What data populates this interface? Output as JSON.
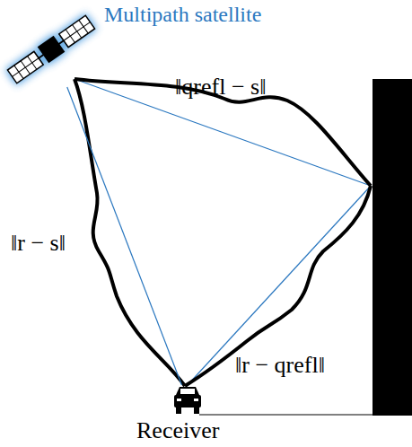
{
  "diagram": {
    "nodes": [
      {
        "text": [
          "Multipath satellite"
        ]
      },
      {
        "text": [
          "Receiver"
        ]
      }
    ],
    "edges": [
      {
        "from": 0,
        "to": 1,
        "arrow": "none",
        "label": "‖r − s‖"
      }
    ],
    "labels": [
      "‖qrefl − s‖",
      "‖r − qrefl‖"
    ]
  }
}
